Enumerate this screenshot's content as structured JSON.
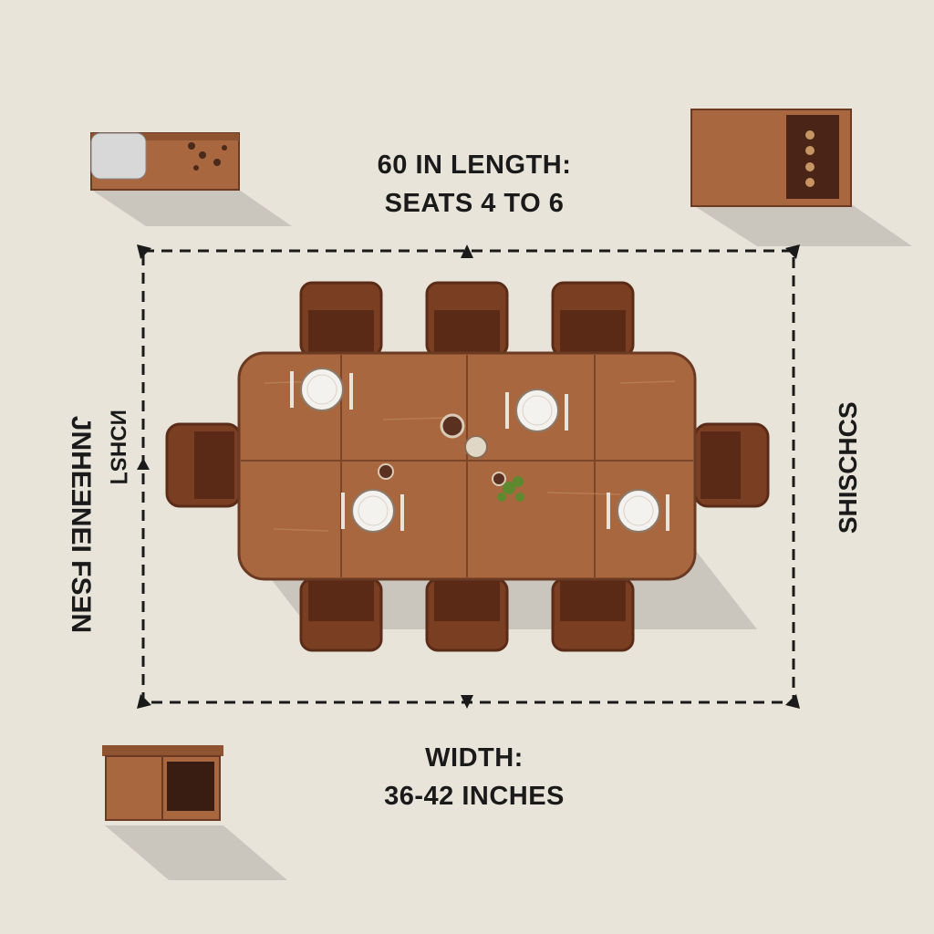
{
  "labels": {
    "length_line1": "60 IN LENGTH:",
    "length_line2": "SEATS 4 TO 6",
    "width_line1": "WIDTH:",
    "width_line2": "36-42 INCHES",
    "left_side_main": "JNHEƎNEI FSƎN",
    "left_side_sub": "ИƆHSᒣ",
    "right_side": "SHISCHCS"
  },
  "colors": {
    "background": "#e9e4da",
    "wood": "#a8673e",
    "wood_dark": "#6b3a22",
    "shadow": "#c9c4bb",
    "text": "#1a1a1a"
  }
}
